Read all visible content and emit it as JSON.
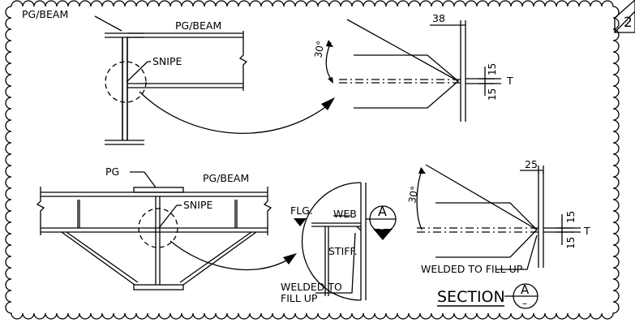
{
  "revision_tag": "2",
  "top_detail": {
    "label_pg_beam_left": "PG/BEAM",
    "label_pg_beam_right": "PG/BEAM",
    "label_snipe": "SNIPE",
    "dim_angle": "30°",
    "dim_width": "38",
    "dim_upper": "15",
    "dim_lower": "15",
    "dim_thickness": "T"
  },
  "bottom_detail": {
    "label_pg": "PG",
    "label_pg_beam": "PG/BEAM",
    "label_snipe": "SNIPE",
    "label_flg": "FLG.",
    "label_web": "WEB",
    "label_stiff": "STIFF.",
    "label_welded_line1": "WELDED TO",
    "label_welded_line2": "FILL UP",
    "section_marker_letter": "A",
    "section_marker_sub": "–",
    "dim_angle": "30°",
    "dim_width": "25",
    "dim_upper": "15",
    "dim_lower": "15",
    "dim_thickness": "T",
    "label_welded_fill": "WELDED TO FILL UP",
    "section_title": "SECTION",
    "section_title_letter": "A",
    "section_title_sub": "–"
  }
}
